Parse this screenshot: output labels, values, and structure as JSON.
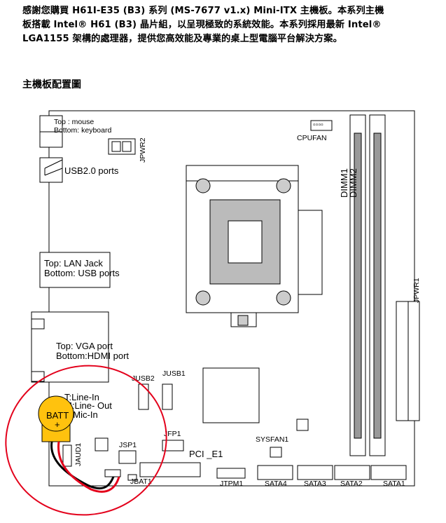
{
  "intro": {
    "line1": "感謝您購買 H61I-E35 (B3) 系列 (MS-7677 v1.x) Mini-ITX 主機板。本系列主機",
    "line2": "板搭載 Intel® H61 (B3) 晶片組，以呈現極致的系統效能。本系列採用最新 Intel®",
    "line3": "LGA1155 架構的處理器，提供您高效能及專業的桌上型電腦平台解決方案。"
  },
  "section_title": "主機板配置圖",
  "board": {
    "ps2_top": "Top : mouse",
    "ps2_bottom": "Bottom: keyboard",
    "jpwr2": "JPWR2",
    "cpufan": "CPUFAN",
    "usb": "USB2.0  ports",
    "dimm1": "DIMM1",
    "dimm2": "DIMM2",
    "lan_top": "Top: LAN Jack",
    "lan_bottom": "Bottom: USB ports",
    "jpwr1": "JPWR1",
    "vga_top": "Top: VGA port",
    "vga_bottom": "Bottom:HDMI port",
    "jusb2": "JUSB2",
    "jusb1": "JUSB1",
    "audio_t": "T:Line-In",
    "audio_m": "M:Line- Out",
    "audio_b": "B:Mic-In",
    "batt": "BATT",
    "batt_plus": "+",
    "jaud1": "JAUD1",
    "jsp1": "JSP1",
    "jfp1": "JFP1",
    "pci": "PCI _E1",
    "sysfan1": "SYSFAN1",
    "jbat1": "JBAT1",
    "jtpm1": "JTPM1",
    "sata4": "SATA4",
    "sata3": "SATA3",
    "sata2": "SATA2",
    "sata1": "SATA1"
  },
  "colors": {
    "highlight_circle": "#e3001b",
    "battery": "#ffc20e",
    "cable_red": "#e3001b",
    "cable_black": "#000000"
  }
}
